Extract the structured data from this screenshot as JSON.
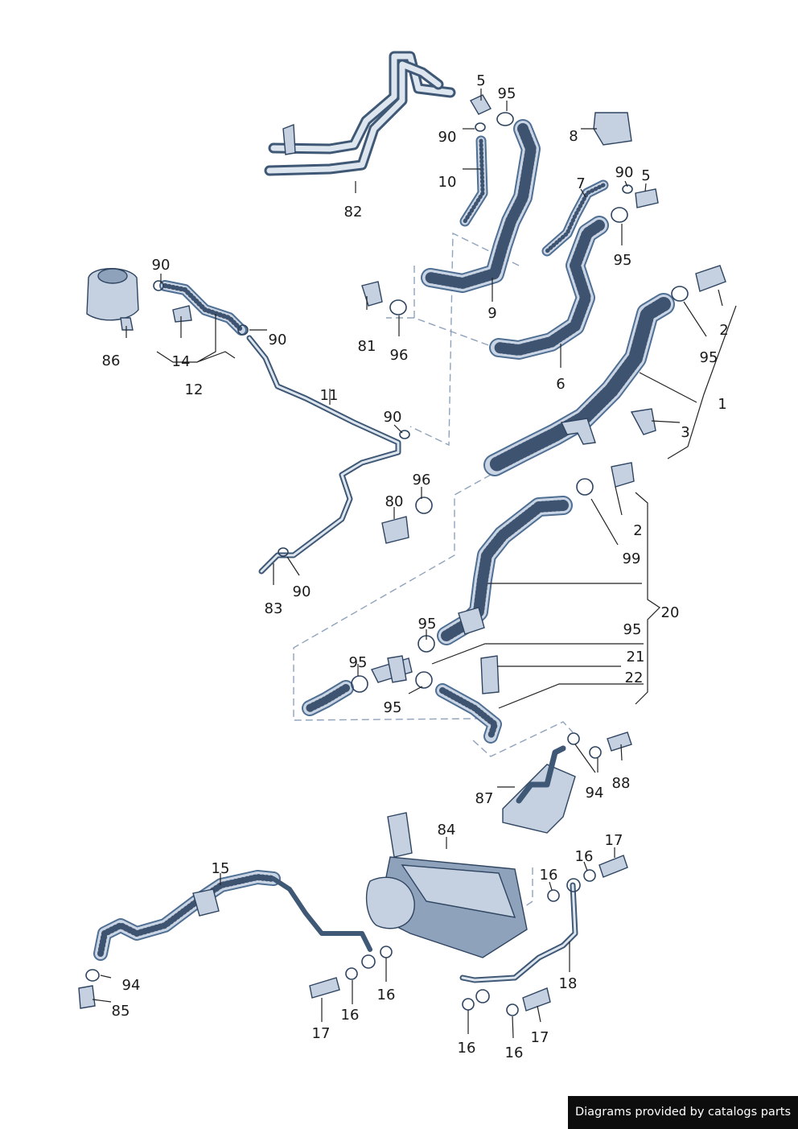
{
  "callouts": [
    {
      "id": "c1",
      "text": "1"
    },
    {
      "id": "c2a",
      "text": "2"
    },
    {
      "id": "c2b",
      "text": "2"
    },
    {
      "id": "c3",
      "text": "3"
    },
    {
      "id": "c5a",
      "text": "5"
    },
    {
      "id": "c5b",
      "text": "5"
    },
    {
      "id": "c6",
      "text": "6"
    },
    {
      "id": "c7",
      "text": "7"
    },
    {
      "id": "c8",
      "text": "8"
    },
    {
      "id": "c9",
      "text": "9"
    },
    {
      "id": "c10",
      "text": "10"
    },
    {
      "id": "c11",
      "text": "11"
    },
    {
      "id": "c12",
      "text": "12"
    },
    {
      "id": "c14",
      "text": "14"
    },
    {
      "id": "c15",
      "text": "15"
    },
    {
      "id": "c16a",
      "text": "16"
    },
    {
      "id": "c16b",
      "text": "16"
    },
    {
      "id": "c16c",
      "text": "16"
    },
    {
      "id": "c16d",
      "text": "16"
    },
    {
      "id": "c16e",
      "text": "16"
    },
    {
      "id": "c16f",
      "text": "16"
    },
    {
      "id": "c17a",
      "text": "17"
    },
    {
      "id": "c17b",
      "text": "17"
    },
    {
      "id": "c17c",
      "text": "17"
    },
    {
      "id": "c18",
      "text": "18"
    },
    {
      "id": "c20",
      "text": "20"
    },
    {
      "id": "c21",
      "text": "21"
    },
    {
      "id": "c22",
      "text": "22"
    },
    {
      "id": "c80",
      "text": "80"
    },
    {
      "id": "c81",
      "text": "81"
    },
    {
      "id": "c82",
      "text": "82"
    },
    {
      "id": "c83",
      "text": "83"
    },
    {
      "id": "c84",
      "text": "84"
    },
    {
      "id": "c85",
      "text": "85"
    },
    {
      "id": "c86",
      "text": "86"
    },
    {
      "id": "c87",
      "text": "87"
    },
    {
      "id": "c88",
      "text": "88"
    },
    {
      "id": "c90a",
      "text": "90"
    },
    {
      "id": "c90b",
      "text": "90"
    },
    {
      "id": "c90c",
      "text": "90"
    },
    {
      "id": "c90d",
      "text": "90"
    },
    {
      "id": "c90e",
      "text": "90"
    },
    {
      "id": "c90f",
      "text": "90"
    },
    {
      "id": "c94a",
      "text": "94"
    },
    {
      "id": "c94b",
      "text": "94"
    },
    {
      "id": "c95a",
      "text": "95"
    },
    {
      "id": "c95b",
      "text": "95"
    },
    {
      "id": "c95c",
      "text": "95"
    },
    {
      "id": "c95d",
      "text": "95"
    },
    {
      "id": "c95e",
      "text": "95"
    },
    {
      "id": "c95f",
      "text": "95"
    },
    {
      "id": "c95g",
      "text": "95"
    },
    {
      "id": "c96a",
      "text": "96"
    },
    {
      "id": "c96b",
      "text": "96"
    },
    {
      "id": "c99",
      "text": "99"
    }
  ],
  "footer": {
    "text": "Diagrams provided by catalogs parts"
  },
  "colors": {
    "hose": "#4f6f93",
    "part_fill": "#c5d1e1",
    "leader": "#222222",
    "dashed_group": "#8fa3bc",
    "badge_bg": "#0d0d0d",
    "badge_text": "#ffffff"
  }
}
